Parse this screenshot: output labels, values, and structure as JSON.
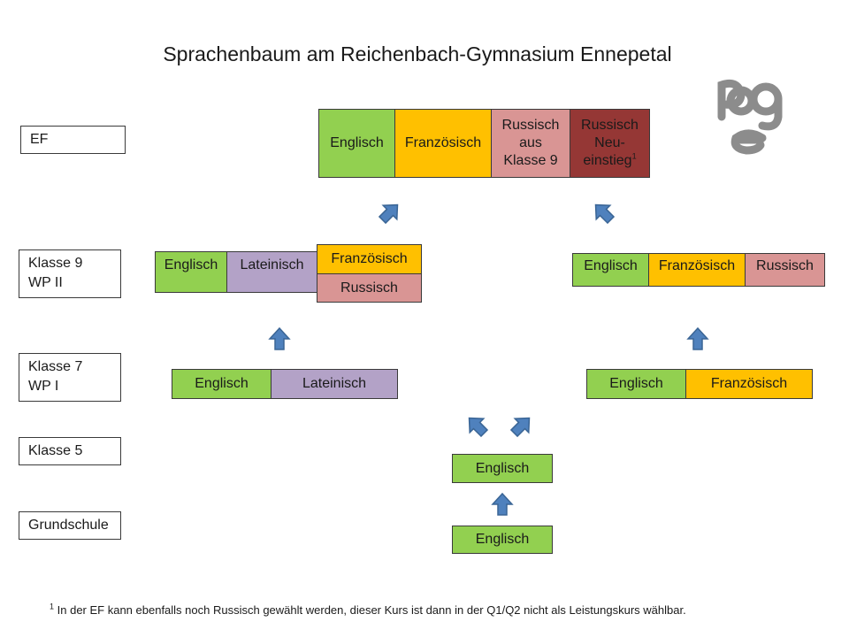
{
  "title": "Sprachenbaum am Reichenbach-Gymnasium Ennepetal",
  "logo_letters": "RGE",
  "levels": {
    "ef": "EF",
    "klasse9_line1": "Klasse 9",
    "klasse9_line2": "WP II",
    "klasse7_line1": "Klasse 7",
    "klasse7_line2": "WP I",
    "klasse5": "Klasse 5",
    "grundschule": "Grundschule"
  },
  "ef_row": {
    "englisch": "Englisch",
    "franzoesisch": "Französisch",
    "russisch_aus_1": "Russisch",
    "russisch_aus_2": "aus",
    "russisch_aus_3": "Klasse 9",
    "russisch_neu_1": "Russisch",
    "russisch_neu_2": "Neu-",
    "russisch_neu_3": "einstieg",
    "footnote_mark": "1"
  },
  "klasse9_left": {
    "englisch": "Englisch",
    "latein": "Lateinisch",
    "franzoesisch": "Französisch",
    "russisch": "Russisch"
  },
  "klasse9_right": {
    "englisch": "Englisch",
    "franzoesisch": "Französisch",
    "russisch": "Russisch"
  },
  "klasse7_left": {
    "englisch": "Englisch",
    "latein": "Lateinisch"
  },
  "klasse7_right": {
    "englisch": "Englisch",
    "franzoesisch": "Französisch"
  },
  "klasse5_box": "Englisch",
  "grundschule_box": "Englisch",
  "footnote": {
    "mark": "1",
    "text": "In der EF kann ebenfalls noch Russisch gewählt werden, dieser Kurs ist dann in der Q1/Q2 nicht als Leistungskurs wählbar."
  },
  "colors": {
    "green": "#92d050",
    "orange": "#ffc000",
    "purple": "#b3a2c7",
    "pink": "#d99594",
    "darkred": "#953735",
    "arrow": "#4f81bd"
  }
}
